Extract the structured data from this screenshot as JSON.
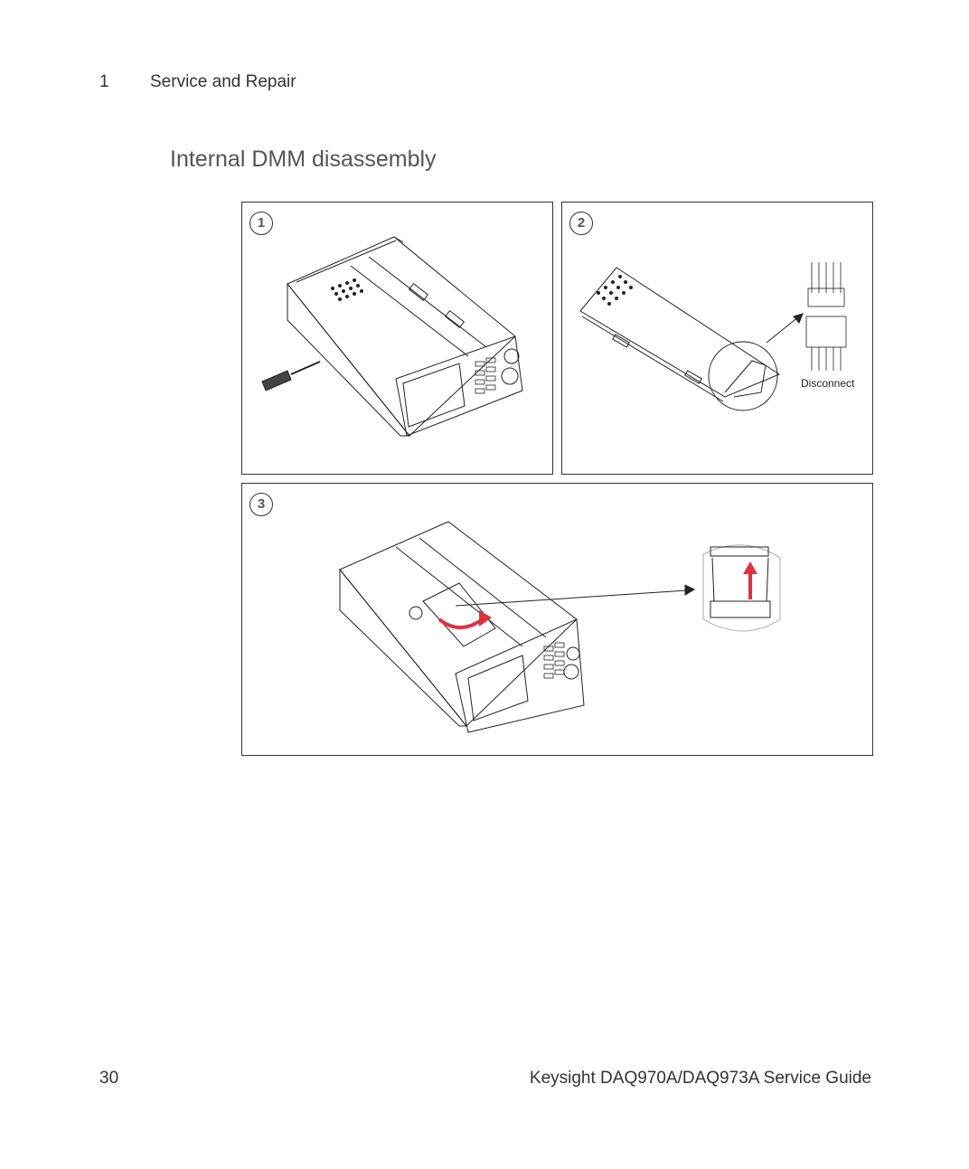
{
  "header": {
    "chapter_number": "1",
    "chapter_title": "Service and Repair"
  },
  "section": {
    "title": "Internal DMM disassembly"
  },
  "figure": {
    "panels": [
      {
        "step": "1"
      },
      {
        "step": "2",
        "callout": "Disconnect"
      },
      {
        "step": "3"
      }
    ]
  },
  "footer": {
    "page_number": "30",
    "guide_title": "Keysight DAQ970A/DAQ973A Service Guide"
  },
  "colors": {
    "arrow_red": "#e03040",
    "line": "#222222"
  }
}
